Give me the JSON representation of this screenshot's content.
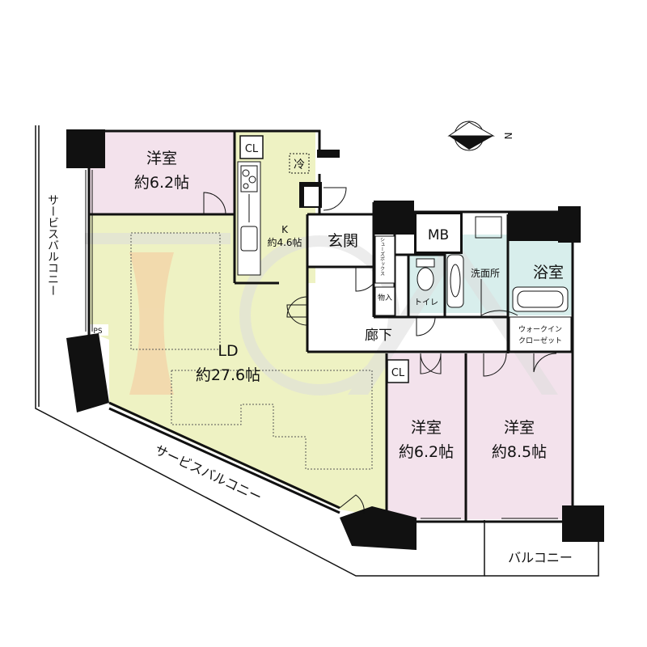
{
  "rooms": {
    "bedroom_nw": {
      "name": "洋室",
      "area": "約6.2帖"
    },
    "kitchen": {
      "name": "K",
      "area": "約4.6帖"
    },
    "ld": {
      "name": "LD",
      "area": "約27.6帖"
    },
    "entrance": {
      "name": "玄関"
    },
    "mb": {
      "name": "MB"
    },
    "washroom": {
      "name": "洗面所"
    },
    "bath": {
      "name": "浴室"
    },
    "toilet": {
      "name": "トイレ"
    },
    "corridor": {
      "name": "廊下"
    },
    "wic": {
      "line1": "ウォークイン",
      "line2": "クローゼット"
    },
    "bedroom_s1": {
      "name": "洋室",
      "area": "約6.2帖"
    },
    "bedroom_s2": {
      "name": "洋室",
      "area": "約8.5帖"
    }
  },
  "labels": {
    "cl_top": "CL",
    "cl_mid": "CL",
    "fridge": "冷",
    "shoe_box": "シューズボックス",
    "storage": "物入",
    "ps": "PS",
    "service_balcony_west": "サービスバルコニー",
    "service_balcony_south": "サービスバルコニー",
    "balcony": "バルコニー",
    "compass": "N"
  },
  "colors": {
    "bedroom": "#f3e2ec",
    "ld": "#eef2c3",
    "wet": "#d8eeec",
    "wall": "#111111",
    "watermark": "#dddddd",
    "watermark_accent": "#f6c79c"
  }
}
